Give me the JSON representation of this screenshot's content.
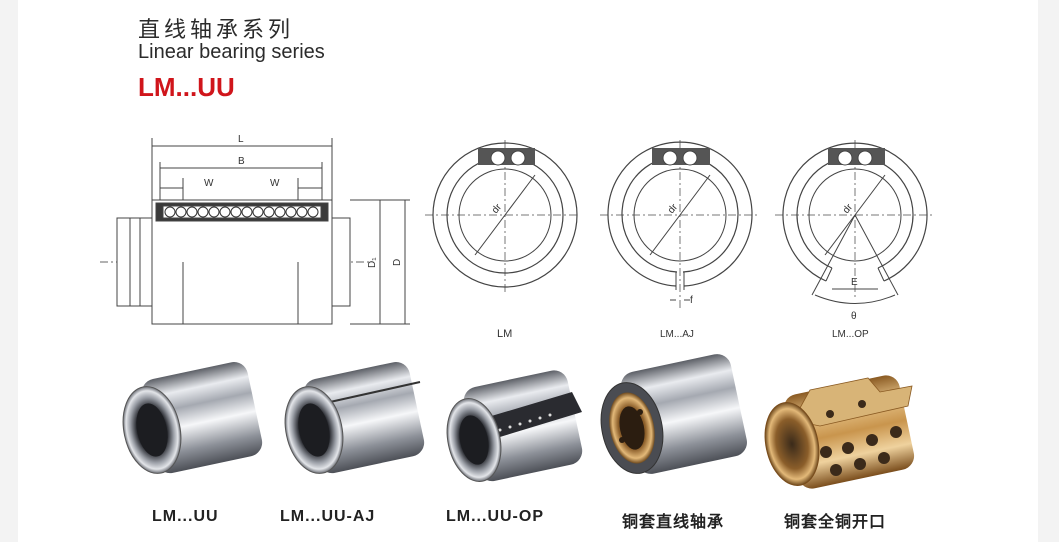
{
  "header": {
    "title_cn": "直线轴承系列",
    "title_en": "Linear bearing series",
    "series_code": "LM...UU"
  },
  "colors": {
    "accent": "#d0151b",
    "line": "#555555",
    "steel": "#b9bcc2",
    "bronze": "#c89a52"
  },
  "drawing": {
    "dim_L": "L",
    "dim_B": "B",
    "dim_W_left": "W",
    "dim_W_right": "W",
    "dim_D1": "D₁",
    "dim_D": "D",
    "dim_dr_lm": "dr",
    "dim_dr_aj": "dr",
    "dim_dr_op": "dr",
    "dim_f": "f",
    "dim_E": "E",
    "dim_theta": "θ",
    "caption_lm": "LM",
    "caption_aj": "LM...AJ",
    "caption_op": "LM...OP"
  },
  "products": [
    {
      "name": "LM...UU",
      "icon": "linear-bearing-closed"
    },
    {
      "name": "LM...UU-AJ",
      "icon": "linear-bearing-adjustable"
    },
    {
      "name": "LM...UU-OP",
      "icon": "linear-bearing-open"
    },
    {
      "name": "铜套直线轴承",
      "icon": "bronze-sleeve-linear-bearing"
    },
    {
      "name": "铜套全铜开口",
      "icon": "full-bronze-open-bushing"
    }
  ]
}
